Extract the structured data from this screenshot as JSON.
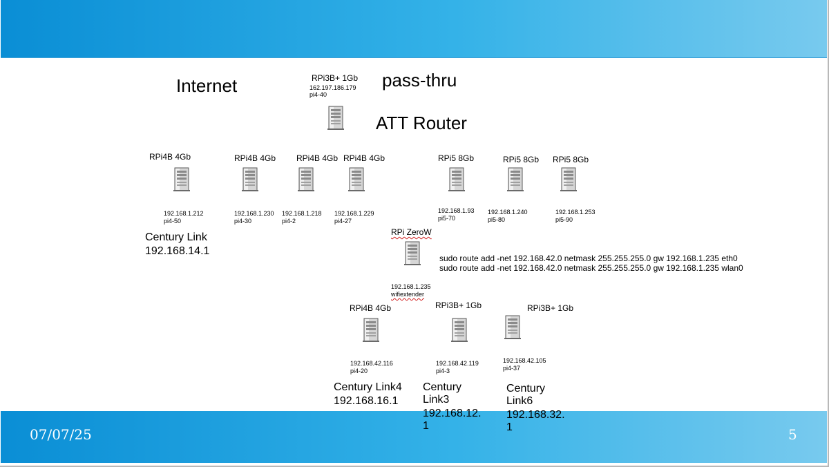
{
  "slide": {
    "title_internet": "Internet",
    "title_passthru": "pass-thru",
    "title_router": "ATT Router",
    "footer_date": "07/07/25",
    "footer_page": "5"
  },
  "gateway": {
    "model": "RPi3B+ 1Gb",
    "ip": "162.197.186.179",
    "host": "pi4-40"
  },
  "row1": [
    {
      "model": "RPi4B 4Gb",
      "ip": "192.168.1.212",
      "host": "pi4-50"
    },
    {
      "model": "RPi4B 4Gb",
      "ip": "192.168.1.230",
      "host": "pi4-30"
    },
    {
      "model": "RPi4B 4Gb",
      "ip": "192.168.1.218",
      "host": "pi4-2"
    },
    {
      "model": "RPi4B 4Gb",
      "ip": "192.168.1.229",
      "host": "pi4-27"
    },
    {
      "model": "RPi5 8Gb",
      "ip": "192.168.1.93",
      "host": "pi5-70"
    },
    {
      "model": "RPi5 8Gb",
      "ip": "192.168.1.240",
      "host": "pi5-80"
    },
    {
      "model": "RPi5 8Gb",
      "ip": "192.168.1.253",
      "host": "pi5-90"
    }
  ],
  "century_link": {
    "name": "Century Link",
    "gateway": "192.168.14.1"
  },
  "extender": {
    "model": "RPi ZeroW",
    "ip": "192.168.1.235",
    "host": "wifiextender"
  },
  "routes": [
    "sudo route add -net 192.168.42.0 netmask 255.255.255.0 gw 192.168.1.235 eth0",
    "sudo route add -net 192.168.42.0 netmask 255.255.255.0 gw 192.168.1.235 wlan0"
  ],
  "row2": [
    {
      "model": "RPi4B 4Gb",
      "ip": "192.168.42.116",
      "host": "pi4-20"
    },
    {
      "model": "RPi3B+ 1Gb",
      "ip": "192.168.42.119",
      "host": "pi4-3"
    },
    {
      "model": "RPi3B+ 1Gb",
      "ip": "192.168.42.105",
      "host": "pi4-37"
    }
  ],
  "century_links": [
    {
      "name": "Century Link4",
      "gateway": "192.168.16.1"
    },
    {
      "name": "Century Link3",
      "gateway": "192.168.12.1"
    },
    {
      "name": "Century Link6",
      "gateway": "192.168.32.1"
    }
  ],
  "icons": {
    "server": "tower-server-icon"
  }
}
